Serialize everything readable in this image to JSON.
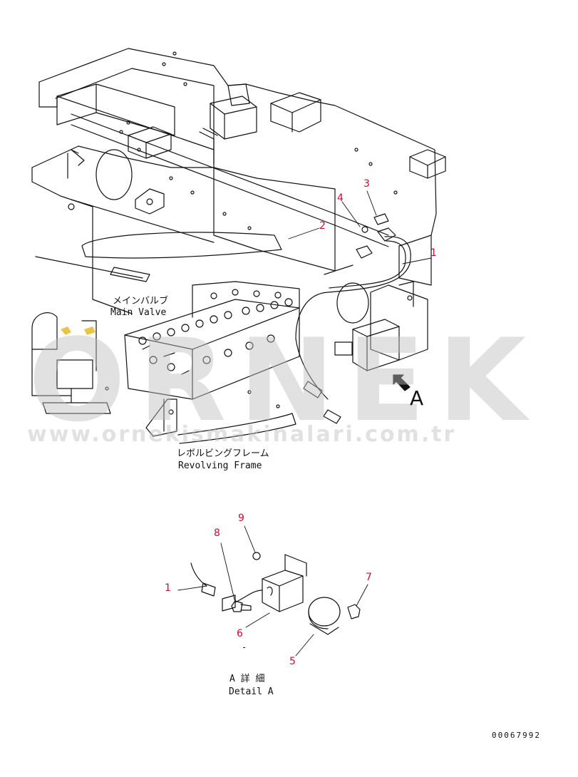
{
  "labels": {
    "main_valve_jp": "メインバルブ",
    "main_valve_en": "Main Valve",
    "revolving_frame_jp": "レボルビングフレーム",
    "revolving_frame_en": "Revolving Frame",
    "view_letter": "A",
    "detail_jp": "A 詳 細",
    "detail_en": "Detail A",
    "drawing_code": "00067992",
    "dash_mark": "-"
  },
  "callouts": {
    "upper": [
      "1",
      "2",
      "3",
      "4"
    ],
    "detail": [
      "1",
      "5",
      "6",
      "7",
      "8",
      "9"
    ]
  },
  "watermark": {
    "brand": "ORNEK",
    "url": "www.ornekismakinalari.com.tr"
  },
  "colors": {
    "line": "#111111",
    "callout": "#c8102e",
    "watermark": "#bdbdbd",
    "marker_yellow": "#e8c54a"
  }
}
